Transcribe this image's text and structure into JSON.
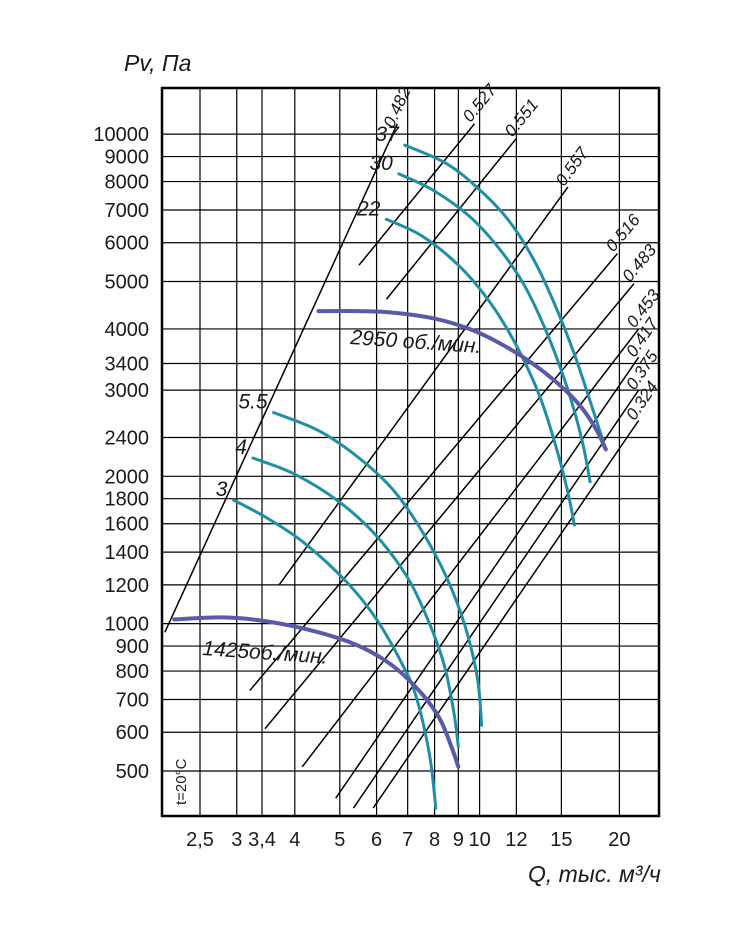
{
  "chart_data": {
    "type": "line",
    "ylabel": "Pv, Па",
    "xlabel": "Q, тыс. м³/ч",
    "note": "t=20°C",
    "x_scale": "log",
    "y_scale": "log",
    "xlim": [
      2.1,
      22
    ],
    "ylim": [
      420,
      12000
    ],
    "grid": true,
    "x_ticks": [
      {
        "label": "2,5",
        "value": 2.5
      },
      {
        "label": "3",
        "value": 3
      },
      {
        "label": "3,4",
        "value": 3.4
      },
      {
        "label": "4",
        "value": 4
      },
      {
        "label": "5",
        "value": 5
      },
      {
        "label": "6",
        "value": 6
      },
      {
        "label": "7",
        "value": 7
      },
      {
        "label": "8",
        "value": 8
      },
      {
        "label": "9",
        "value": 9
      },
      {
        "label": "10",
        "value": 10
      },
      {
        "label": "12",
        "value": 12
      },
      {
        "label": "15",
        "value": 15
      },
      {
        "label": "20",
        "value": 20
      }
    ],
    "y_ticks": [
      {
        "label": "500",
        "value": 500
      },
      {
        "label": "600",
        "value": 600
      },
      {
        "label": "700",
        "value": 700
      },
      {
        "label": "800",
        "value": 800
      },
      {
        "label": "900",
        "value": 900
      },
      {
        "label": "1000",
        "value": 1000
      },
      {
        "label": "1200",
        "value": 1200
      },
      {
        "label": "1400",
        "value": 1400
      },
      {
        "label": "1600",
        "value": 1600
      },
      {
        "label": "1800",
        "value": 1800
      },
      {
        "label": "2000",
        "value": 2000
      },
      {
        "label": "2400",
        "value": 2400
      },
      {
        "label": "3000",
        "value": 3000
      },
      {
        "label": "3400",
        "value": 3400
      },
      {
        "label": "4000",
        "value": 4000
      },
      {
        "label": "5000",
        "value": 5000
      },
      {
        "label": "6000",
        "value": 6000
      },
      {
        "label": "7000",
        "value": 7000
      },
      {
        "label": "8000",
        "value": 8000
      },
      {
        "label": "9000",
        "value": 9000
      },
      {
        "label": "10000",
        "value": 10000
      }
    ],
    "speed_curves": [
      {
        "label": "1425об./мин.",
        "color": "#5a5aa8",
        "points": [
          [
            2.2,
            1020
          ],
          [
            2.8,
            1030
          ],
          [
            3.5,
            1010
          ],
          [
            4.5,
            960
          ],
          [
            5.5,
            900
          ],
          [
            6.5,
            820
          ],
          [
            7.5,
            720
          ],
          [
            8.2,
            640
          ],
          [
            8.7,
            560
          ],
          [
            9.0,
            510
          ]
        ]
      },
      {
        "label": "2950 об./мин.",
        "color": "#5a5aa8",
        "points": [
          [
            4.5,
            4350
          ],
          [
            5.5,
            4350
          ],
          [
            6.5,
            4320
          ],
          [
            8.0,
            4200
          ],
          [
            9.5,
            4000
          ],
          [
            11.0,
            3750
          ],
          [
            13.0,
            3400
          ],
          [
            15.0,
            3050
          ],
          [
            16.5,
            2780
          ],
          [
            17.8,
            2500
          ],
          [
            18.7,
            2270
          ]
        ]
      }
    ],
    "power_curves": [
      {
        "label": "3",
        "color": "#1f8fa8",
        "points": [
          [
            2.95,
            1790
          ],
          [
            3.5,
            1640
          ],
          [
            4.2,
            1460
          ],
          [
            5.2,
            1210
          ],
          [
            6.0,
            1020
          ],
          [
            6.8,
            830
          ],
          [
            7.3,
            710
          ],
          [
            7.8,
            540
          ],
          [
            8.05,
            420
          ]
        ]
      },
      {
        "label": "4",
        "color": "#1f8fa8",
        "points": [
          [
            3.25,
            2180
          ],
          [
            4.0,
            2020
          ],
          [
            5.0,
            1770
          ],
          [
            6.0,
            1510
          ],
          [
            7.0,
            1240
          ],
          [
            7.8,
            1000
          ],
          [
            8.4,
            820
          ],
          [
            8.8,
            660
          ],
          [
            9.0,
            560
          ]
        ]
      },
      {
        "label": "5.5",
        "color": "#1f8fa8",
        "points": [
          [
            3.6,
            2700
          ],
          [
            4.5,
            2480
          ],
          [
            5.5,
            2180
          ],
          [
            6.5,
            1880
          ],
          [
            7.5,
            1550
          ],
          [
            8.5,
            1240
          ],
          [
            9.3,
            990
          ],
          [
            9.9,
            770
          ],
          [
            10.1,
            620
          ]
        ]
      },
      {
        "label": "22",
        "color": "#1f8fa8",
        "points": [
          [
            6.3,
            6700
          ],
          [
            7.5,
            6200
          ],
          [
            9.0,
            5400
          ],
          [
            10.5,
            4550
          ],
          [
            12.0,
            3700
          ],
          [
            13.5,
            2900
          ],
          [
            14.7,
            2250
          ],
          [
            15.5,
            1850
          ],
          [
            16.0,
            1590
          ]
        ]
      },
      {
        "label": "30",
        "color": "#1f8fa8",
        "points": [
          [
            6.7,
            8300
          ],
          [
            8.0,
            7650
          ],
          [
            9.5,
            6800
          ],
          [
            11.0,
            5850
          ],
          [
            12.5,
            4900
          ],
          [
            14.0,
            3900
          ],
          [
            15.5,
            3000
          ],
          [
            16.6,
            2380
          ],
          [
            17.3,
            1950
          ]
        ]
      },
      {
        "label": "37",
        "color": "#1f8fa8",
        "points": [
          [
            6.9,
            9500
          ],
          [
            8.5,
            8700
          ],
          [
            10.0,
            7700
          ],
          [
            11.5,
            6700
          ],
          [
            13.0,
            5600
          ],
          [
            14.5,
            4500
          ],
          [
            16.0,
            3550
          ],
          [
            17.4,
            2800
          ],
          [
            18.7,
            2270
          ]
        ]
      }
    ],
    "efficiency_lines": [
      {
        "label": "0.482",
        "points": [
          [
            2.1,
            960
          ],
          [
            6.65,
            10500
          ]
        ]
      },
      {
        "label": "0.527",
        "points": [
          [
            5.5,
            5400
          ],
          [
            9.75,
            10500
          ]
        ]
      },
      {
        "label": "0.551",
        "points": [
          [
            6.3,
            4600
          ],
          [
            12.0,
            9800
          ]
        ]
      },
      {
        "label": "0.557",
        "points": [
          [
            3.7,
            1200
          ],
          [
            15.5,
            7800
          ]
        ]
      },
      {
        "label": "0.516",
        "points": [
          [
            3.2,
            730
          ],
          [
            19.8,
            5700
          ]
        ]
      },
      {
        "label": "0.483",
        "points": [
          [
            3.45,
            610
          ],
          [
            21.5,
            4950
          ]
        ]
      },
      {
        "label": "0.453",
        "points": [
          [
            4.15,
            510
          ],
          [
            22.0,
            4000
          ]
        ]
      },
      {
        "label": "0.417",
        "points": [
          [
            4.9,
            440
          ],
          [
            22.0,
            3500
          ]
        ]
      },
      {
        "label": "0.375",
        "points": [
          [
            5.35,
            420
          ],
          [
            22.0,
            3000
          ]
        ]
      },
      {
        "label": "0.324",
        "points": [
          [
            5.9,
            420
          ],
          [
            22.0,
            2600
          ]
        ]
      }
    ]
  }
}
